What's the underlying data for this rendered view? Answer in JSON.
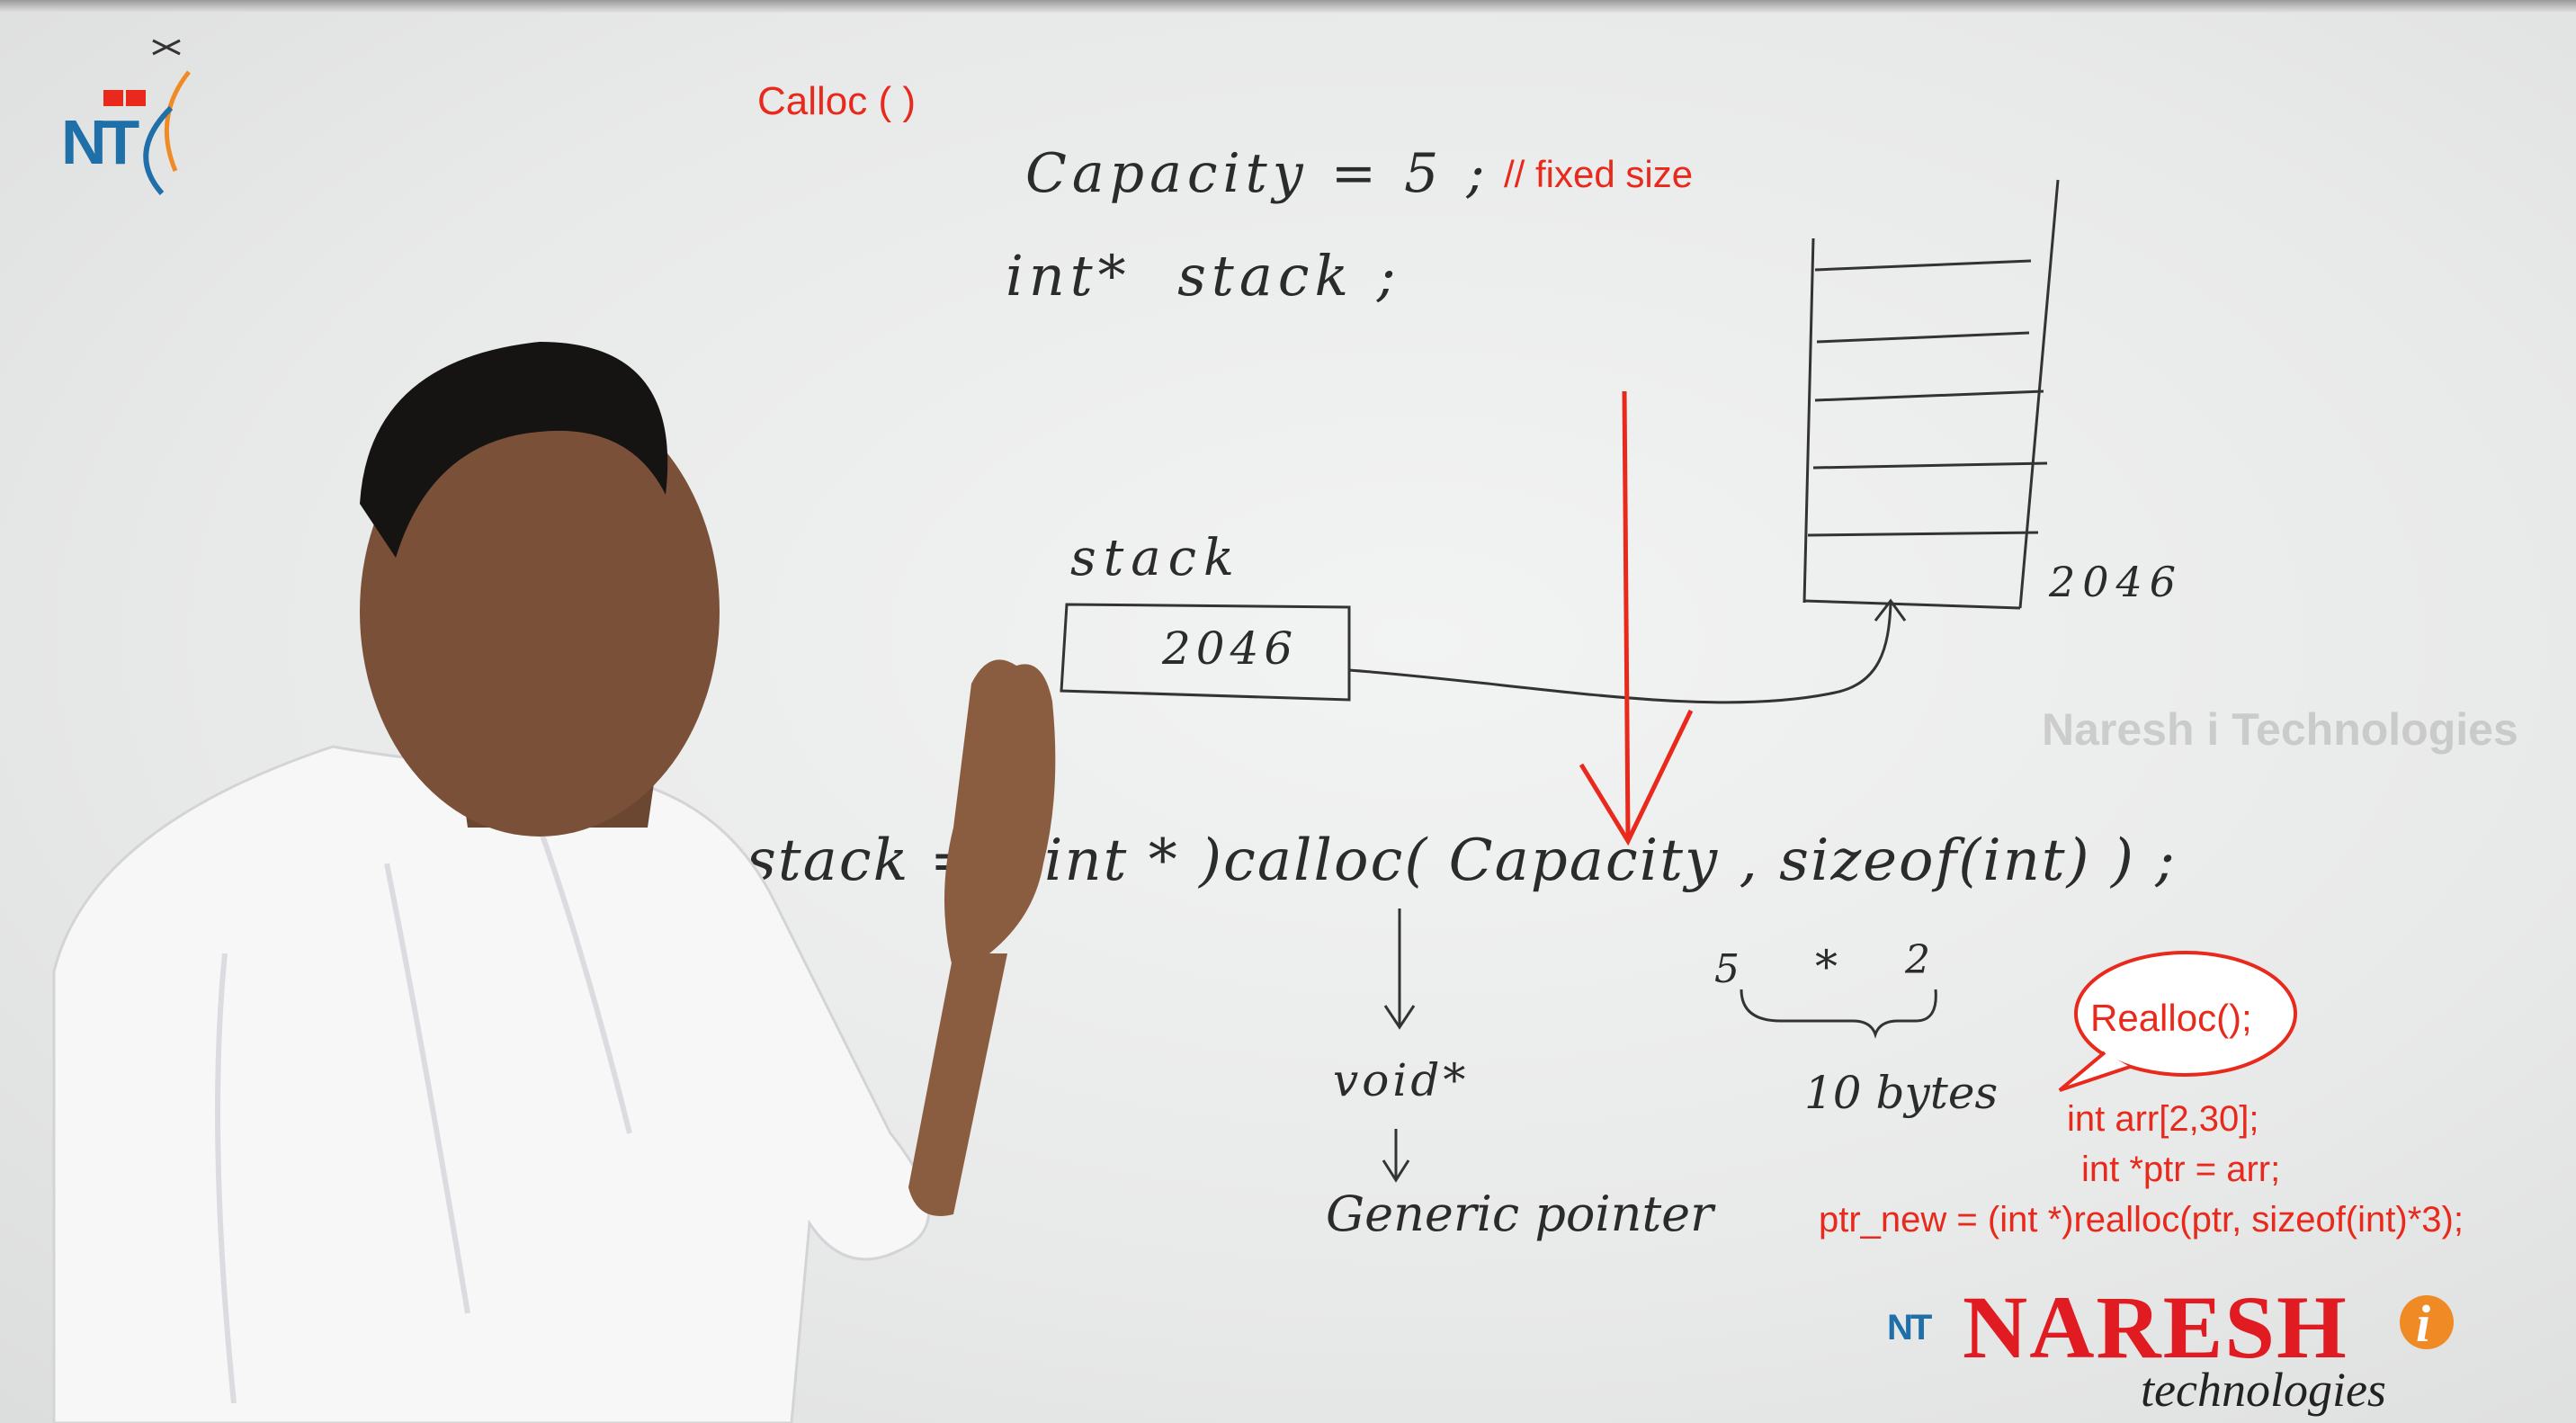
{
  "slide": {
    "title": "Calloc ( )",
    "fixed_size_comment": "// fixed size",
    "watermark": "Naresh i Technologies"
  },
  "board": {
    "line1": "Capacity = 5 ;",
    "line2": "int*  stack ;",
    "stack_label": "stack",
    "stack_box_value": "2046",
    "array_address": "2046",
    "calloc_line": "stack = ( int * )calloc( Capacity , sizeof(int) ) ;",
    "calc_five": "5",
    "calc_times": "*",
    "calc_two": "2",
    "calc_result": "10 bytes",
    "void_ptr": "void*",
    "generic_pointer": "Generic pointer"
  },
  "realloc": {
    "bubble": "Realloc();",
    "code": [
      "int arr[2,30];",
      "int *ptr = arr;",
      "ptr_new = (int *)realloc(ptr, sizeof(int)*3);"
    ]
  },
  "logo": {
    "top_left_text": "NT",
    "brand_name": "NARESH",
    "brand_i": "i",
    "brand_sub": "technologies",
    "mini_text": "NT"
  },
  "colors": {
    "accent_red": "#e8291c",
    "logo_blue": "#1f6fa8",
    "logo_orange": "#f08a24",
    "ink": "#2b2b2b",
    "brand_red": "#e01b22"
  }
}
